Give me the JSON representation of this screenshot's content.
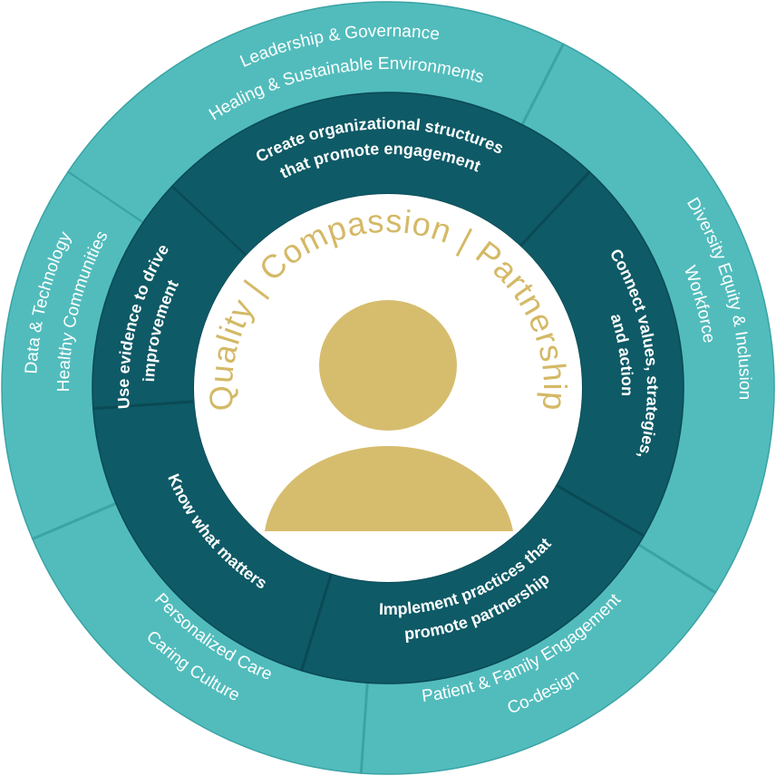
{
  "colors": {
    "outer_ring": "#52bcbc",
    "outer_ring_dark": "#3aa3a4",
    "inner_ring": "#0e5a66",
    "inner_ring_dark": "#0a4a55",
    "center": "#ffffff",
    "person": "#d6bd6e",
    "center_text": "#d4b966"
  },
  "center": {
    "values_text": "Quality | Compassion | Partnership",
    "icon": "person-icon"
  },
  "inner_segments": [
    {
      "label_lines": [
        "Create organizational structures",
        "that promote engagement"
      ]
    },
    {
      "label_lines": [
        "Connect values, strategies,",
        "and action"
      ]
    },
    {
      "label_lines": [
        "Implement practices that",
        "promote partnership"
      ]
    },
    {
      "label_lines": [
        "Know what matters"
      ]
    },
    {
      "label_lines": [
        "Use evidence to drive",
        "improvement"
      ]
    }
  ],
  "outer_segments": [
    {
      "label_lines": [
        "Leadership & Governance",
        "Healing & Sustainable Environments"
      ]
    },
    {
      "label_lines": [
        "Diversity Equity & Inclusion",
        "Workforce"
      ]
    },
    {
      "label_lines": [
        "Patient & Family Engagement",
        "Co-design"
      ]
    },
    {
      "label_lines": [
        "Personalized Care",
        "Caring Culture"
      ]
    },
    {
      "label_lines": [
        "Data & Technology",
        "Healthy Communities"
      ]
    }
  ]
}
